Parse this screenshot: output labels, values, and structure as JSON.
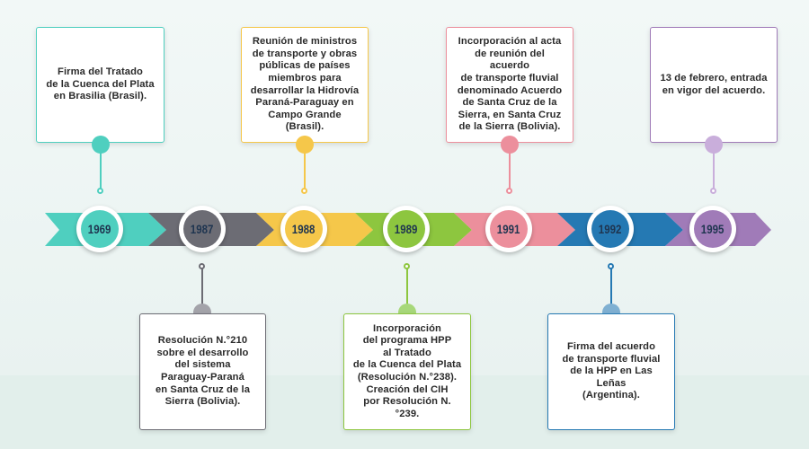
{
  "colors": {
    "teal": "#4fcfbf",
    "gray": "#6c6c74",
    "yellow": "#f5c74a",
    "green": "#8dc63f",
    "pink": "#ec8f9c",
    "blue": "#2579b3",
    "purple": "#a07bb8"
  },
  "events": [
    {
      "year": "1969",
      "text": "Firma del Tratado\nde la Cuenca del Plata\nen Brasilia (Brasil).",
      "position": "top"
    },
    {
      "year": "1987",
      "text": "Resolución N.°210\nsobre el desarrollo\ndel sistema\nParaguay-Paraná\nen Santa Cruz de la\nSierra (Bolivia).",
      "position": "bottom"
    },
    {
      "year": "1988",
      "text": "Reunión de ministros\nde transporte y obras\npúblicas de países\nmiembros para\ndesarrollar la Hidrovía\nParaná-Paraguay en\nCampo Grande (Brasil).",
      "position": "top"
    },
    {
      "year": "1989",
      "text": "Incorporación\ndel programa HPP\nal Tratado\nde la Cuenca del Plata\n(Resolución N.°238).\nCreación del CIH\npor Resolución N.°239.",
      "position": "bottom"
    },
    {
      "year": "1991",
      "text": "Incorporación al acta\nde reunión del acuerdo\nde transporte fluvial\ndenominado Acuerdo\nde Santa Cruz de la\nSierra, en Santa Cruz\nde la Sierra (Bolivia).",
      "position": "top"
    },
    {
      "year": "1992",
      "text": "Firma del acuerdo\nde transporte fluvial\nde la HPP en Las Leñas\n(Argentina).",
      "position": "bottom"
    },
    {
      "year": "1995",
      "text": "13 de febrero, entrada\nen vigor del acuerdo.",
      "position": "top"
    }
  ]
}
